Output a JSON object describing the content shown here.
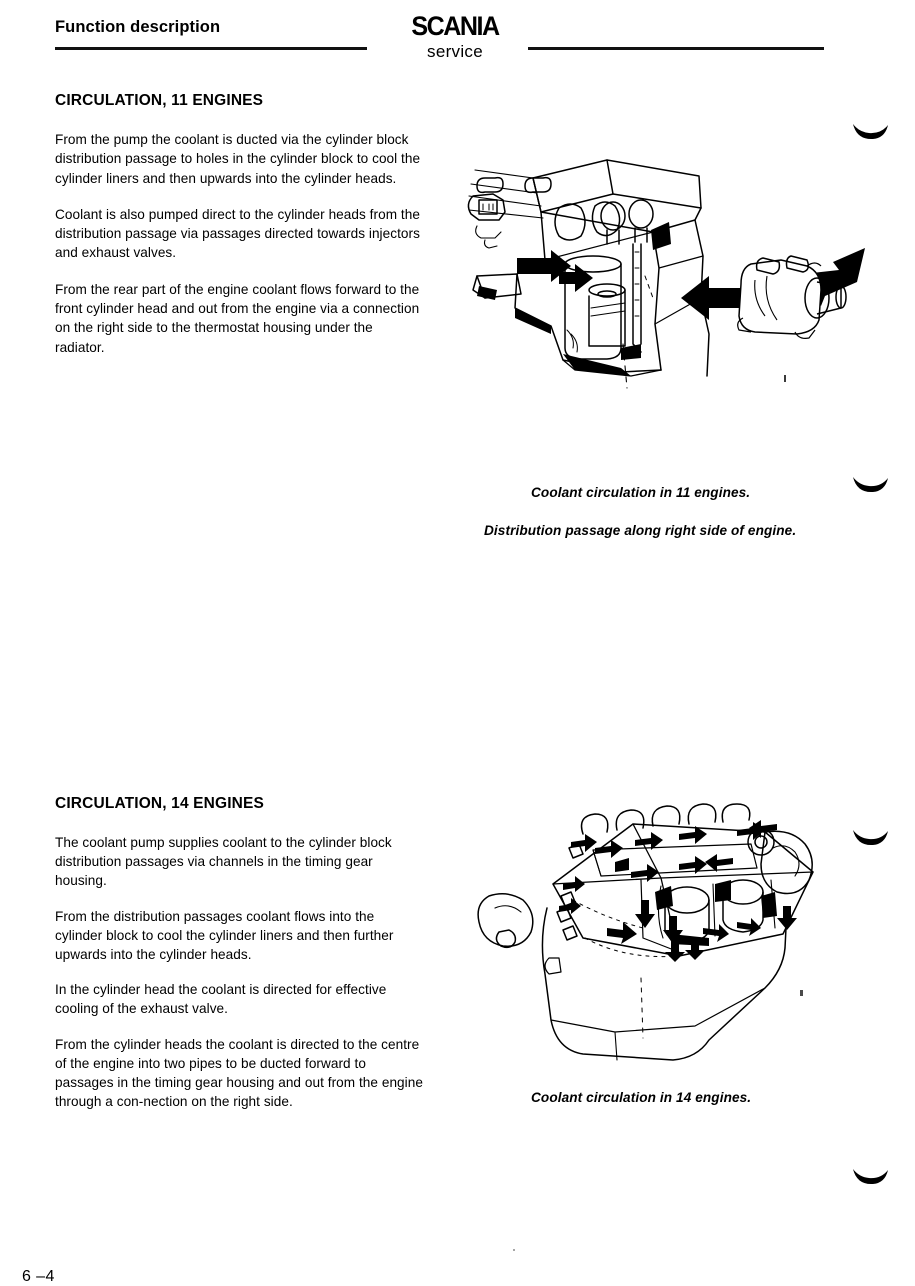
{
  "header": {
    "title": "Function description",
    "brand_word": "SCANIA",
    "brand_sub": "service"
  },
  "sections": [
    {
      "heading": "CIRCULATION, 11 ENGINES",
      "paragraphs": [
        "From the pump the coolant is ducted via the cylinder block distribution passage to holes in the cylinder block to cool the cylinder liners and then upwards into the cylinder heads.",
        "Coolant is also pumped direct to the cylinder heads from the distribution passage via passages directed towards injectors and exhaust valves.",
        "From the rear part of the engine  coolant flows forward to the front cylinder head and out from the engine via a connection on the right side to the thermostat housing under the radiator."
      ]
    },
    {
      "heading": "CIRCULATION, 14 ENGINES",
      "paragraphs": [
        "The coolant pump supplies coolant to the cylinder block distribution passages via channels in the timing gear housing.",
        "From the distribution passages coolant flows into the cylinder block to cool the cylinder liners and then further upwards into the cylinder heads.",
        "In the cylinder head the coolant is directed for effective cooling of the exhaust valve.",
        "From the cylinder heads the coolant is directed to the centre of the engine into two pipes to be ducted forward to passages in the timing gear housing and out from the engine through a con-nection on the right side."
      ]
    }
  ],
  "captions": {
    "figure_11_line1": "Coolant circulation in 11 engines.",
    "figure_11_line2": "Distribution passage along right side of engine.",
    "figure_14": "Coolant circulation in 14 engines."
  },
  "figures": {
    "figure_11_name": "coolant-circulation-11-engines-cutaway",
    "figure_14_name": "coolant-circulation-14-engines-perspective"
  },
  "footer": {
    "page_number": "6 –4"
  },
  "colors": {
    "ink": "#000000",
    "paper": "#ffffff",
    "rule": "#111111"
  }
}
